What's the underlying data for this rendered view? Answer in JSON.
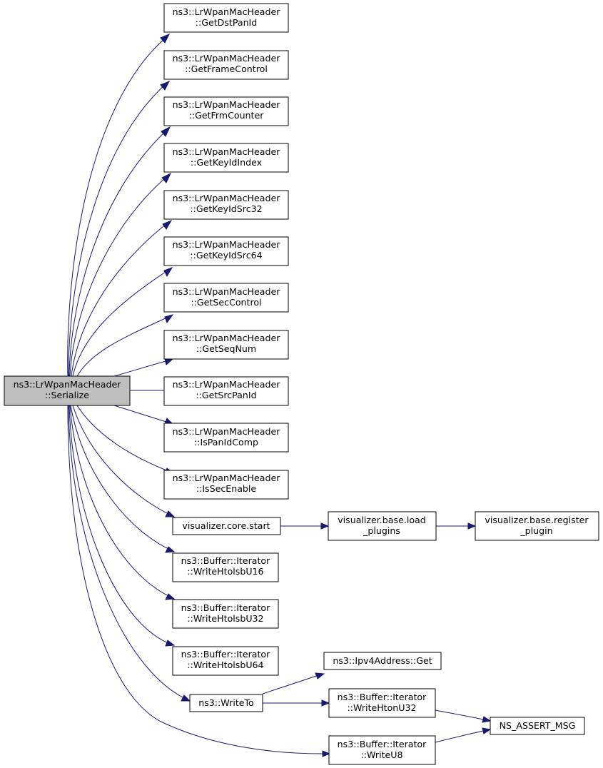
{
  "colors": {
    "edge": "#191970",
    "root_fill": "#bfbfbf",
    "node_fill": "#ffffff",
    "node_stroke": "#000000"
  },
  "nodes": {
    "serialize": {
      "line1": "ns3::LrWpanMacHeader",
      "line2": "::Serialize"
    },
    "get_dst_pan_id": {
      "line1": "ns3::LrWpanMacHeader",
      "line2": "::GetDstPanId"
    },
    "get_frame_control": {
      "line1": "ns3::LrWpanMacHeader",
      "line2": "::GetFrameControl"
    },
    "get_frm_counter": {
      "line1": "ns3::LrWpanMacHeader",
      "line2": "::GetFrmCounter"
    },
    "get_key_id_index": {
      "line1": "ns3::LrWpanMacHeader",
      "line2": "::GetKeyIdIndex"
    },
    "get_key_id_src32": {
      "line1": "ns3::LrWpanMacHeader",
      "line2": "::GetKeyIdSrc32"
    },
    "get_key_id_src64": {
      "line1": "ns3::LrWpanMacHeader",
      "line2": "::GetKeyIdSrc64"
    },
    "get_sec_control": {
      "line1": "ns3::LrWpanMacHeader",
      "line2": "::GetSecControl"
    },
    "get_seq_num": {
      "line1": "ns3::LrWpanMacHeader",
      "line2": "::GetSeqNum"
    },
    "get_src_pan_id": {
      "line1": "ns3::LrWpanMacHeader",
      "line2": "::GetSrcPanId"
    },
    "is_pan_id_comp": {
      "line1": "ns3::LrWpanMacHeader",
      "line2": "::IsPanIdComp"
    },
    "is_sec_enable": {
      "line1": "ns3::LrWpanMacHeader",
      "line2": "::IsSecEnable"
    },
    "core_start": {
      "line1": "visualizer.core.start"
    },
    "load_plugins": {
      "line1": "visualizer.base.load",
      "line2": "_plugins"
    },
    "register_plugin": {
      "line1": "visualizer.base.register",
      "line2": "_plugin"
    },
    "write_htolsb_u16": {
      "line1": "ns3::Buffer::Iterator",
      "line2": "::WriteHtolsbU16"
    },
    "write_htolsb_u32": {
      "line1": "ns3::Buffer::Iterator",
      "line2": "::WriteHtolsbU32"
    },
    "write_htolsb_u64": {
      "line1": "ns3::Buffer::Iterator",
      "line2": "::WriteHtolsbU64"
    },
    "write_to": {
      "line1": "ns3::WriteTo"
    },
    "ipv4_get": {
      "line1": "ns3::Ipv4Address::Get"
    },
    "write_hton_u32": {
      "line1": "ns3::Buffer::Iterator",
      "line2": "::WriteHtonU32"
    },
    "ns_assert_msg": {
      "line1": "NS_ASSERT_MSG"
    },
    "write_u8": {
      "line1": "ns3::Buffer::Iterator",
      "line2": "::WriteU8"
    }
  },
  "edges": [
    {
      "from": "serialize",
      "to": "get_dst_pan_id"
    },
    {
      "from": "serialize",
      "to": "get_frame_control"
    },
    {
      "from": "serialize",
      "to": "get_frm_counter"
    },
    {
      "from": "serialize",
      "to": "get_key_id_index"
    },
    {
      "from": "serialize",
      "to": "get_key_id_src32"
    },
    {
      "from": "serialize",
      "to": "get_key_id_src64"
    },
    {
      "from": "serialize",
      "to": "get_sec_control"
    },
    {
      "from": "serialize",
      "to": "get_seq_num"
    },
    {
      "from": "serialize",
      "to": "get_src_pan_id"
    },
    {
      "from": "serialize",
      "to": "is_pan_id_comp"
    },
    {
      "from": "serialize",
      "to": "is_sec_enable"
    },
    {
      "from": "serialize",
      "to": "core_start"
    },
    {
      "from": "serialize",
      "to": "write_htolsb_u16"
    },
    {
      "from": "serialize",
      "to": "write_htolsb_u32"
    },
    {
      "from": "serialize",
      "to": "write_htolsb_u64"
    },
    {
      "from": "serialize",
      "to": "write_to"
    },
    {
      "from": "serialize",
      "to": "write_u8"
    },
    {
      "from": "core_start",
      "to": "load_plugins"
    },
    {
      "from": "load_plugins",
      "to": "register_plugin"
    },
    {
      "from": "write_to",
      "to": "ipv4_get"
    },
    {
      "from": "write_to",
      "to": "write_hton_u32"
    },
    {
      "from": "write_hton_u32",
      "to": "ns_assert_msg"
    },
    {
      "from": "write_u8",
      "to": "ns_assert_msg"
    }
  ]
}
